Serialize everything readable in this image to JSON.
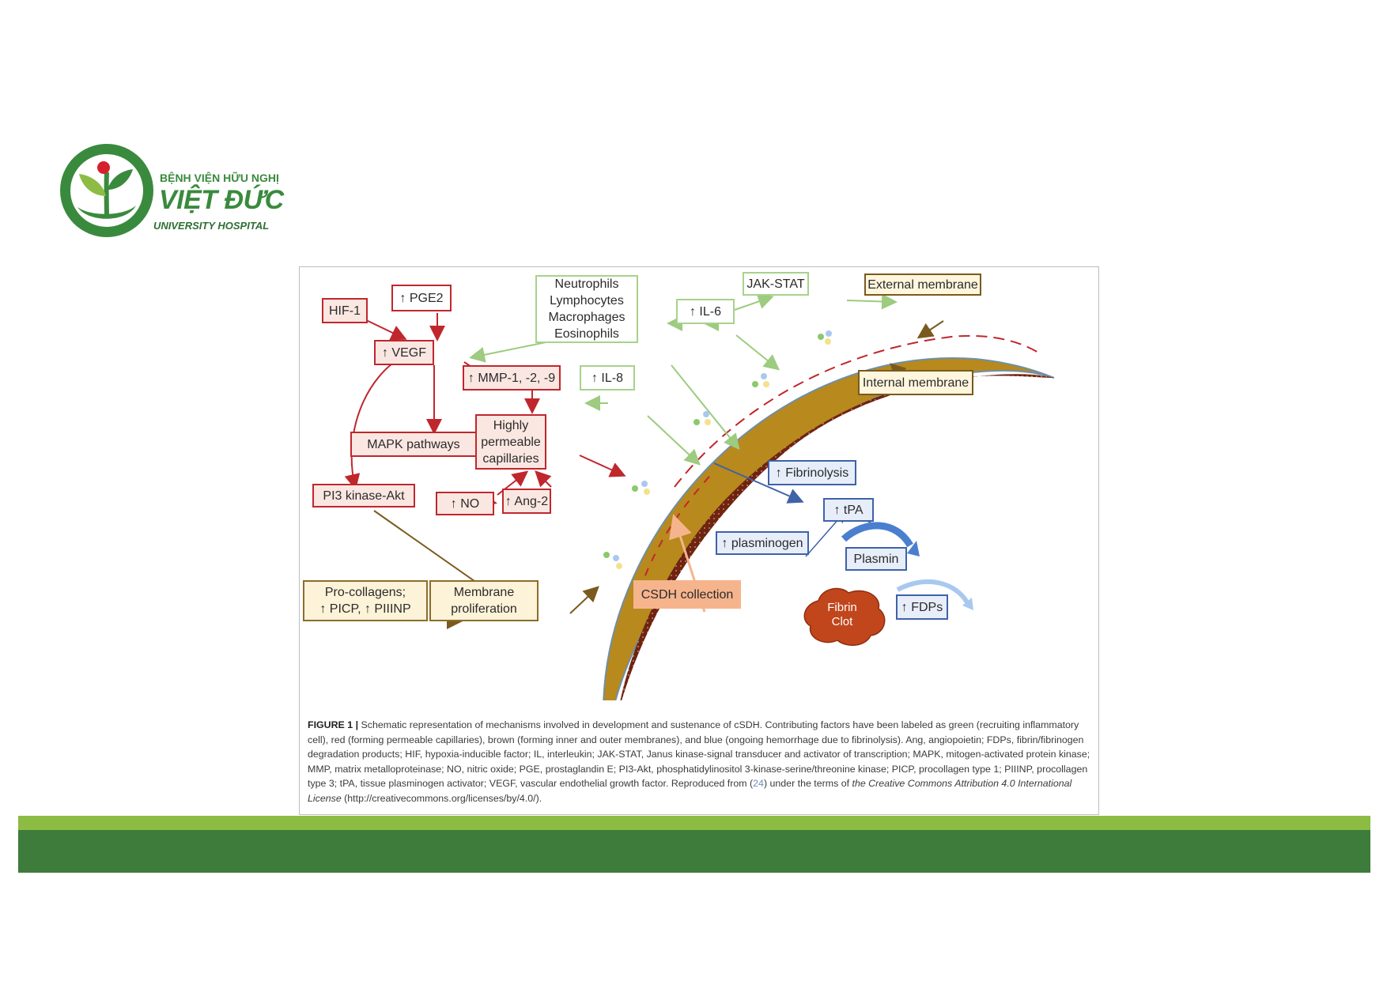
{
  "logo": {
    "line1": "BỆNH VIỆN HỮU NGHỊ",
    "line2": "VIỆT ĐỨC",
    "line3": "UNIVERSITY HOSPITAL"
  },
  "diagram": {
    "nodes": {
      "hif1": "HIF-1",
      "pge2": "↑ PGE2",
      "vegf": "↑ VEGF",
      "mmp": "↑ MMP-1, -2, -9",
      "mapk": "MAPK pathways",
      "capillaries": "Highly\npermeable\ncapillaries",
      "pi3k": "PI3 kinase-Akt",
      "no": "↑ NO",
      "ang2": "↑ Ang-2",
      "cells": "Neutrophils\nLymphocytes\nMacrophages\nEosinophils",
      "il6": "↑ IL-6",
      "il8": "↑ IL-8",
      "jakstat": "JAK-STAT",
      "external": "External membrane",
      "internal": "Internal membrane",
      "fibrinolysis": "↑ Fibrinolysis",
      "tpa": "↑ tPA",
      "plasminogen": "↑ plasminogen",
      "plasmin": "Plasmin",
      "fibrin": "Fibrin\nClot",
      "fdps": "↑ FDPs",
      "csdh": "CSDH collection",
      "procollagens": "Pro-collagens;\n↑ PICP, ↑ PIIINP",
      "proliferation": "Membrane\nproliferation"
    },
    "colors": {
      "red": "#c0272d",
      "green": "#a8d28b",
      "brown": "#7a5a1e",
      "blue": "#3f62a8",
      "membrane": "#b8891c",
      "collection": "#6e2410",
      "orange": "#f6b48d"
    }
  },
  "caption": {
    "label": "FIGURE 1 |",
    "text1": " Schematic representation of mechanisms involved in development and sustenance of cSDH. Contributing factors have been labeled as green (recruiting inflammatory cell), red (forming permeable capillaries), brown (forming inner and outer membranes), and blue (ongoing hemorrhage due to fibrinolysis). Ang, angiopoietin; FDPs, fibrin/fibrinogen degradation products; HIF, hypoxia-inducible factor; IL, interleukin; JAK-STAT, Janus kinase-signal transducer and activator of transcription; MAPK, mitogen-activated protein kinase; MMP, matrix metalloproteinase; NO, nitric oxide; PGE, prostaglandin E; PI3-Akt, phosphatidylinositol 3-kinase-serine/threonine kinase; PICP, procollagen type 1; PIIINP, procollagen type 3; tPA, tissue plasminogen activator; VEGF, vascular endothelial growth factor. Reproduced from (",
    "ref": "24",
    "text2": ") under the terms of ",
    "license": "the Creative Commons Attribution 4.0 International License",
    "text3": " (http://creativecommons.org/licenses/by/4.0/)."
  },
  "theme": {
    "bar_light": "#8cbc43",
    "bar_dark": "#3d7c3b",
    "logo_green": "#3a8a3e"
  }
}
